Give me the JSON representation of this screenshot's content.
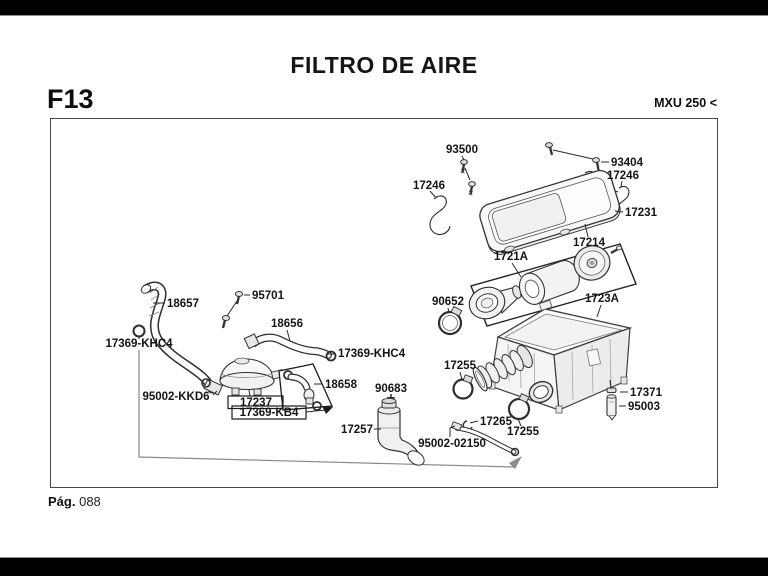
{
  "page": {
    "title": "FILTRO DE AIRE",
    "section_code": "F13",
    "model_ref": "MXU 250 <",
    "footer": {
      "page_label": "Pág.",
      "page_number": "088"
    }
  },
  "diagram": {
    "labels": [
      {
        "text": "93500"
      },
      {
        "text": "93404"
      },
      {
        "text": "17246"
      },
      {
        "text": "17246"
      },
      {
        "text": "17231"
      },
      {
        "text": "17214"
      },
      {
        "text": "1721A"
      },
      {
        "text": "90652"
      },
      {
        "text": "1723A"
      },
      {
        "text": "18657"
      },
      {
        "text": "95701"
      },
      {
        "text": "17369-KHC4"
      },
      {
        "text": "18656"
      },
      {
        "text": "17369-KHC4"
      },
      {
        "text": "95002-KKD6"
      },
      {
        "text": "17237"
      },
      {
        "text": "17369-KB4"
      },
      {
        "text": "18658"
      },
      {
        "text": "90683"
      },
      {
        "text": "17257"
      },
      {
        "text": "17255"
      },
      {
        "text": "17265"
      },
      {
        "text": "95002-02150"
      },
      {
        "text": "17255"
      },
      {
        "text": "17371"
      },
      {
        "text": "95003"
      }
    ]
  },
  "colors": {
    "ink": "#141414",
    "frame_border": "#464646",
    "letterbox": "#000000"
  }
}
